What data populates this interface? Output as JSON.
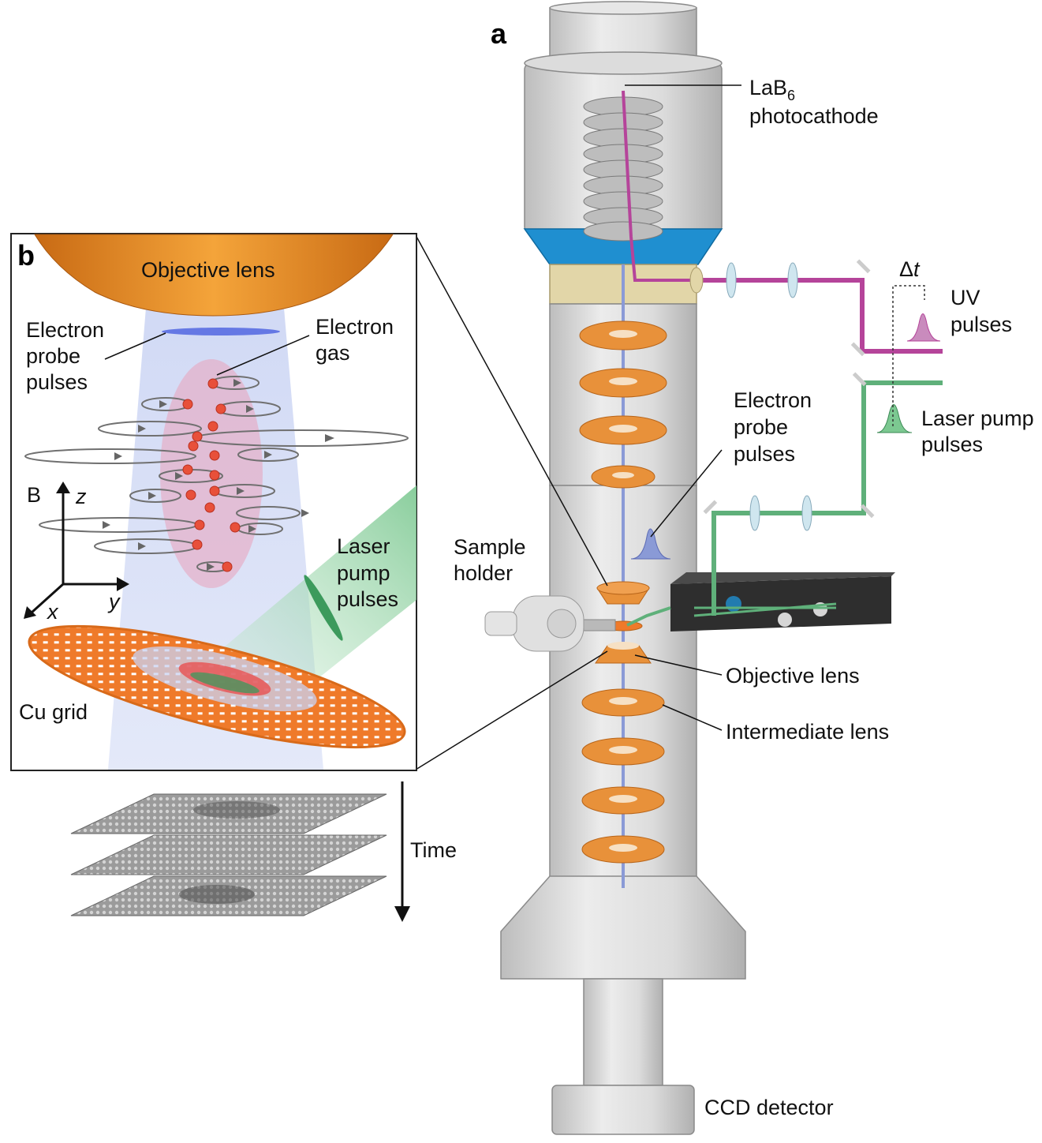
{
  "panels": {
    "a": "a",
    "b": "b"
  },
  "labels_a": {
    "cathode_line1": "LaB",
    "cathode_sub": "6",
    "cathode_line2": "photocathode",
    "delta_t_symbol": "Δ",
    "delta_t_var": "t",
    "uv_line1": "UV",
    "uv_line2": "pulses",
    "laser_line1": "Laser pump",
    "laser_line2": "pulses",
    "probe_line1": "Electron",
    "probe_line2": "probe",
    "probe_line3": "pulses",
    "sample_line1": "Sample",
    "sample_line2": "holder",
    "objective_lens": "Objective lens",
    "intermediate_lens": "Intermediate lens",
    "ccd_detector": "CCD detector",
    "time": "Time"
  },
  "labels_b": {
    "objective_lens": "Objective lens",
    "probe_line1": "Electron",
    "probe_line2": "probe",
    "probe_line3": "pulses",
    "gas_line1": "Electron",
    "gas_line2": "gas",
    "laser_line1": "Laser",
    "laser_line2": "pump",
    "laser_line3": "pulses",
    "cu_grid": "Cu grid",
    "axis_b": "B",
    "axis_z": "z",
    "axis_y": "y",
    "axis_x": "x"
  },
  "colors": {
    "lens_orange": "#e8913a",
    "uv_magenta": "#b5449a",
    "laser_green": "#5fb07a",
    "electron_blue": "#8a9ad6",
    "column_gray": "#d6d6d6",
    "cathode_ring_blue": "#1f8fd0",
    "electron_dot": "#e8503a"
  }
}
